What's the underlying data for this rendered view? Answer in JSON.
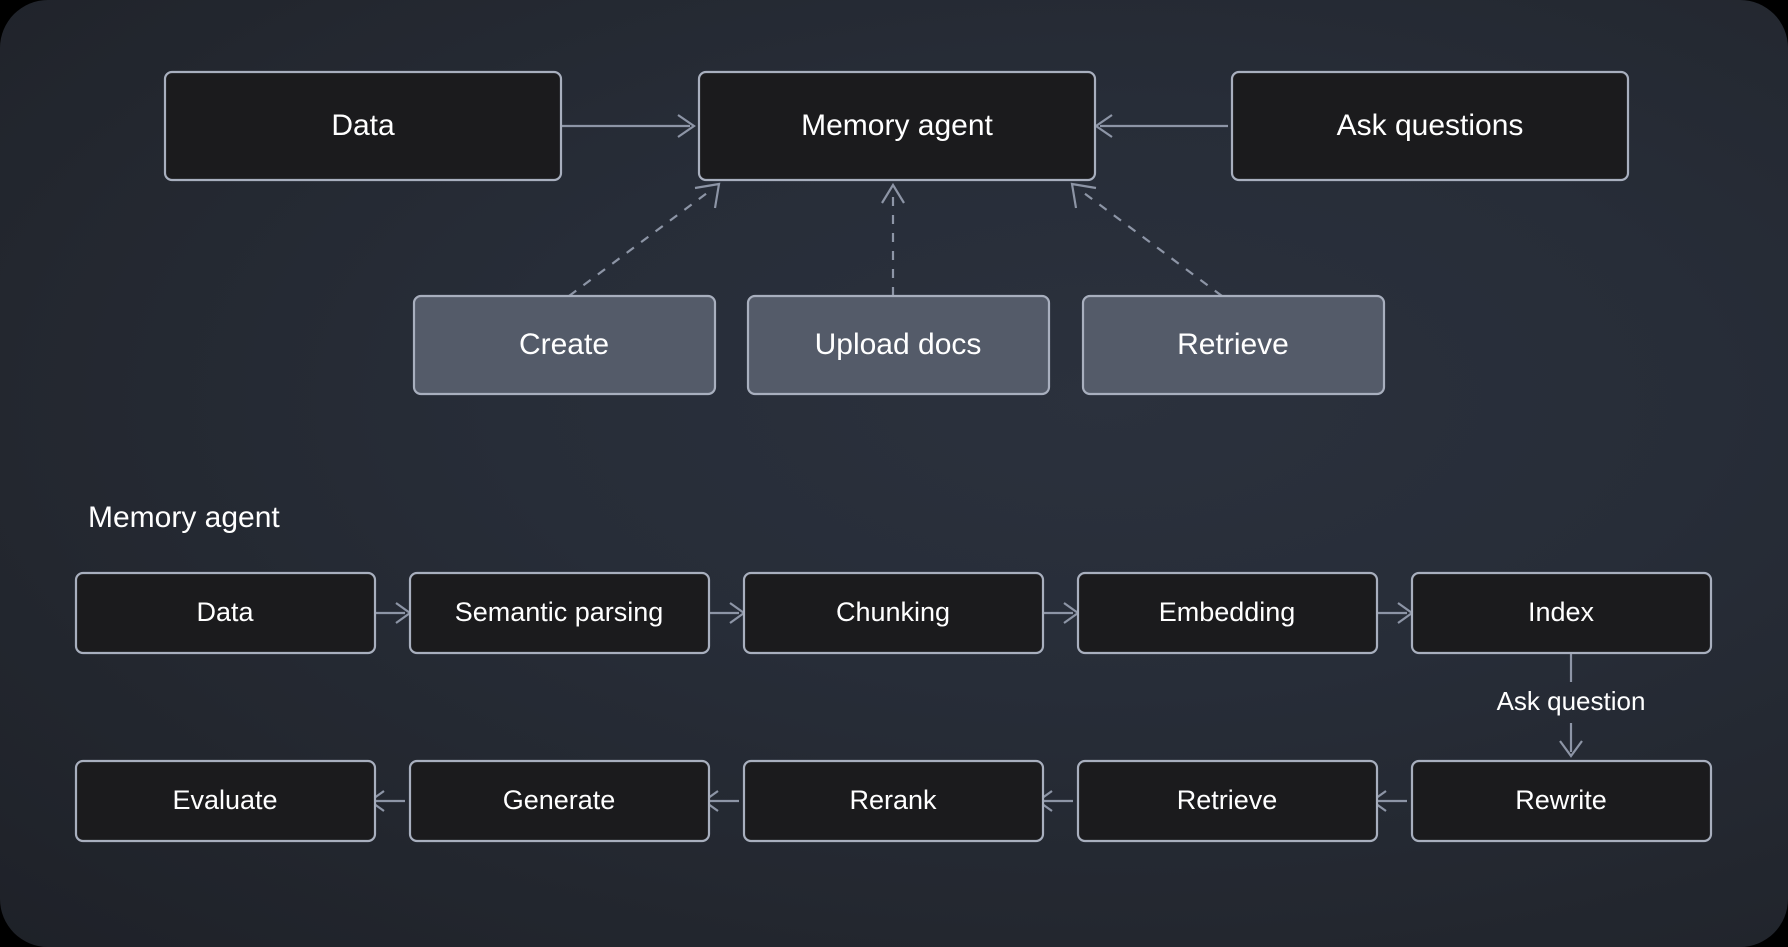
{
  "canvas": {
    "background_dark": "#1b1b1d",
    "background_slate": "#272d38",
    "node_fill_dark": "#1b1b1d",
    "node_fill_light": "#545b69",
    "node_border": "#a8afbe",
    "link_color": "#8d95a6",
    "text_color": "#ffffff"
  },
  "overview": {
    "nodes": [
      {
        "id": "data",
        "label": "Data",
        "style": "dark"
      },
      {
        "id": "memory-agent",
        "label": "Memory agent",
        "style": "dark"
      },
      {
        "id": "ask-questions",
        "label": "Ask questions",
        "style": "dark"
      },
      {
        "id": "create",
        "label": "Create",
        "style": "light"
      },
      {
        "id": "upload-docs",
        "label": "Upload docs",
        "style": "light"
      },
      {
        "id": "retrieve",
        "label": "Retrieve",
        "style": "light"
      }
    ],
    "edges": [
      {
        "from": "data",
        "to": "memory-agent",
        "style": "solid",
        "direction": "right"
      },
      {
        "from": "ask-questions",
        "to": "memory-agent",
        "style": "solid",
        "direction": "left"
      },
      {
        "from": "create",
        "to": "memory-agent",
        "style": "dashed",
        "direction": "up-right"
      },
      {
        "from": "upload-docs",
        "to": "memory-agent",
        "style": "dashed",
        "direction": "up"
      },
      {
        "from": "retrieve",
        "to": "memory-agent",
        "style": "dashed",
        "direction": "up-left"
      }
    ]
  },
  "pipeline": {
    "title": "Memory agent",
    "edge_label": "Ask question",
    "top_row": [
      {
        "id": "data",
        "label": "Data"
      },
      {
        "id": "semantic-parsing",
        "label": "Semantic parsing"
      },
      {
        "id": "chunking",
        "label": "Chunking"
      },
      {
        "id": "embedding",
        "label": "Embedding"
      },
      {
        "id": "index",
        "label": "Index"
      }
    ],
    "bottom_row": [
      {
        "id": "evaluate",
        "label": "Evaluate"
      },
      {
        "id": "generate",
        "label": "Generate"
      },
      {
        "id": "rerank",
        "label": "Rerank"
      },
      {
        "id": "retrieve",
        "label": "Retrieve"
      },
      {
        "id": "rewrite",
        "label": "Rewrite"
      }
    ]
  }
}
